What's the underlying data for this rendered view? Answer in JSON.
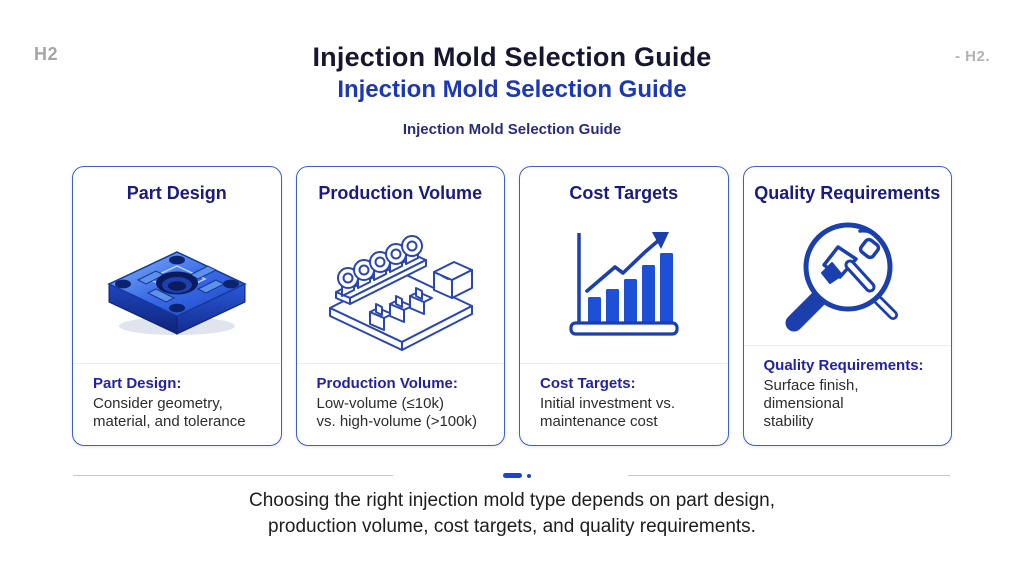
{
  "page": {
    "slide_label_left": "H2",
    "slide_label_right": "- H2.",
    "title_primary": "Injection Mold Selection Guide",
    "title_secondary": "Injection Mold Selection Guide",
    "title_tertiary": "Injection Mold Selection Guide",
    "footer_line1": "Choosing the right injection mold type depends on part design,",
    "footer_line2": "production volume, cost targets, and quality requirements."
  },
  "colors": {
    "accent_blue": "#1d45cc",
    "icon_stroke_blue": "#1c3fae",
    "bar_fill_blue": "#1d50d4",
    "card_border_blue": "#3e5ecb",
    "card_title_navy": "#1a1a85",
    "label_blue": "#2323a2",
    "heading_navy": "#16172f",
    "heading_blue": "#1d38b4",
    "muted_gray": "#a6a6a6"
  },
  "cards": [
    {
      "title": "Part Design",
      "icon": "mold-plate-3d-icon",
      "label": "Part Design:",
      "desc_lines": [
        "Consider geometry,",
        "material, and tolerance"
      ]
    },
    {
      "title": "Production Volume",
      "icon": "production-line-icon",
      "label": "Production Volume:",
      "desc_lines": [
        "Low-volume (≤10k)",
        "vs. high-volume (>100k)"
      ]
    },
    {
      "title": "Cost Targets",
      "icon": "bar-chart-growth-icon",
      "label": "Cost Targets:",
      "desc_lines": [
        "Initial investment vs.",
        "maintenance cost"
      ]
    },
    {
      "title": "Quality Requirements",
      "icon": "magnifier-inspection-icon",
      "label": "Quality Requirements:",
      "desc_lines": [
        "Surface finish, dimensional",
        "stability"
      ]
    }
  ]
}
